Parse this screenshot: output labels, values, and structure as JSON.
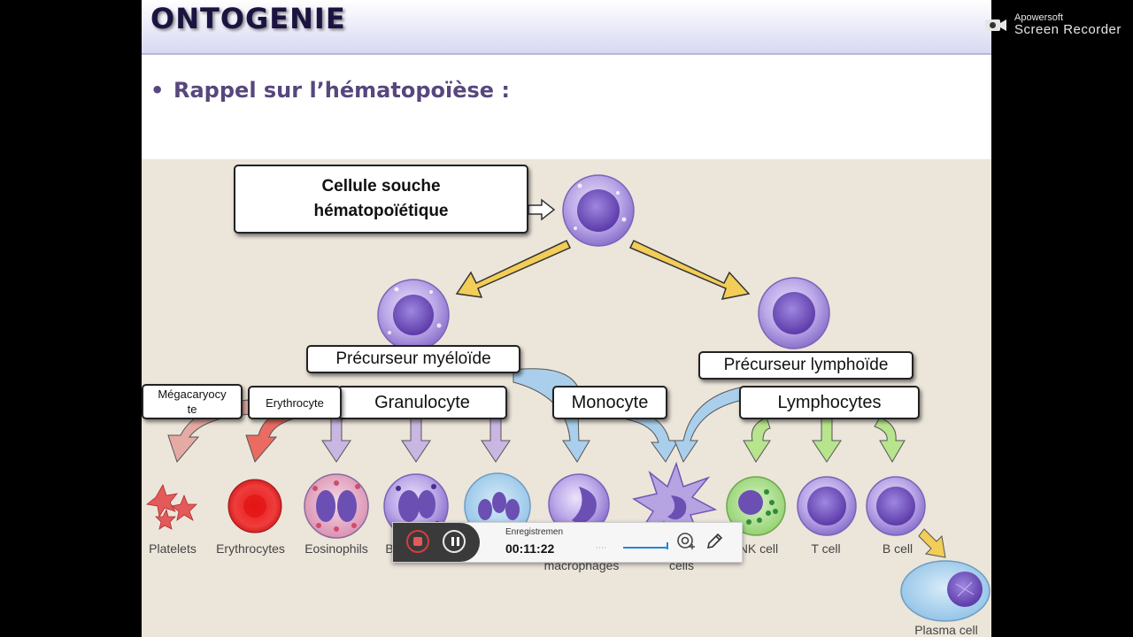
{
  "slide": {
    "title": "ONTOGENIE",
    "bullet": "•",
    "heading": "Rappel sur l’hématopoïèse :"
  },
  "diagram": {
    "stem_cell_box_line1": "Cellule souche",
    "stem_cell_box_line2": "hématopoïétique",
    "myeloid_box": "Précurseur myéloïde",
    "lymphoid_box": "Précurseur lymphoïde",
    "megakaryocyte_box_line1": "Mégacaryocy",
    "megakaryocyte_box_line2": "te",
    "erythrocyte_box": "Erythrocyte",
    "granulocyte_box": "Granulocyte",
    "monocyte_box": "Monocyte",
    "lymphocytes_box": "Lymphocytes",
    "cell_labels": {
      "platelets": "Platelets",
      "erythrocytes": "Erythrocytes",
      "eosinophils": "Eosinophils",
      "basophils_partial": "B",
      "macrophages": "macrophages",
      "dendritic_partial": "cells",
      "nk_cell": "NK cell",
      "t_cell": "T cell",
      "b_cell": "B cell",
      "plasma_cell": "Plasma cell"
    },
    "colors": {
      "arrow_orange": "#f2cd57",
      "arrow_red": "#ea6b61",
      "arrow_pink": "#e6aaa4",
      "arrow_violet": "#c9b6e2",
      "arrow_blue": "#a9cfec",
      "arrow_green": "#b7e48c",
      "cell_purple": "#9c85d4",
      "background": "#ece5da"
    }
  },
  "watermark": {
    "brand": "Apowersoft",
    "product": "Screen Recorder",
    "icon": "camera-icon"
  },
  "recorder": {
    "status_label": "Enregistremen",
    "elapsed": "00:11:22",
    "stop_icon": "stop-icon",
    "pause_icon": "pause-icon",
    "webcam_icon": "webcam-icon",
    "annotate_icon": "pen-icon"
  }
}
